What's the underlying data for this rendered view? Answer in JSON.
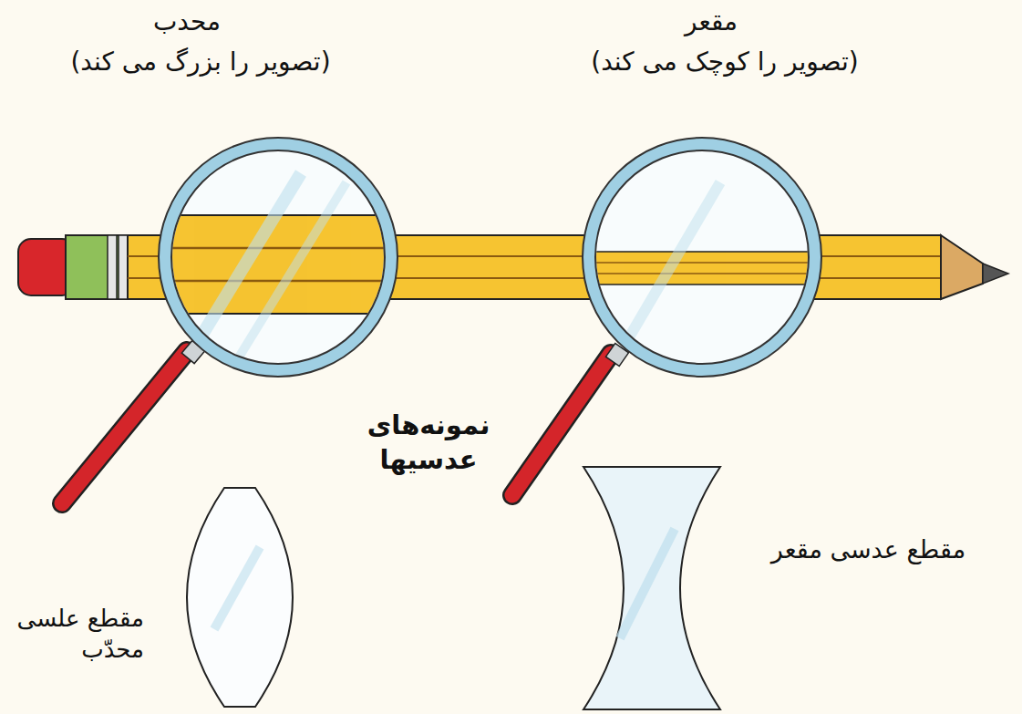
{
  "diagram": {
    "labels": [
      "محدب",
      "(تصویر را بزرگ می کند)",
      "مقعر",
      "(تصویر را کوچک می کند)",
      "نمونه‌های عدسیها",
      "مقطع عدسی مقعر",
      "مقطع علسی محدّب"
    ]
  }
}
